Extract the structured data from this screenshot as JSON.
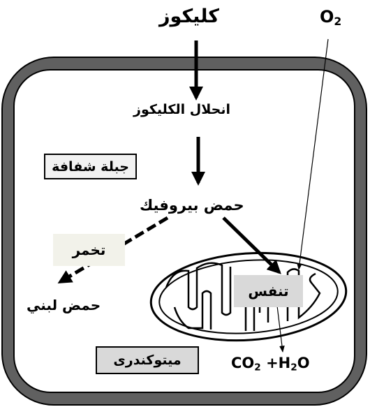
{
  "labels": {
    "glucose": "كليكوز",
    "oxygen": "O",
    "oxygen_sub": "2",
    "glycolysis": "انحلال الكليكوز",
    "cytoplasm": "جبلة شفافة",
    "pyruvic_acid": "حمض بيروفيك",
    "fermentation": "تخمر",
    "lactic_acid": "حمض لبني",
    "respiration": "تنفس",
    "mitochondria": "ميتوكندرى",
    "product_co": "CO",
    "product_co_sub": "2",
    "product_h": " +H",
    "product_h_sub": "2",
    "product_o": "O"
  },
  "colors": {
    "cell_wall": "#606060",
    "cell_wall_outline": "#000000",
    "cytoplasm": "#ffffff",
    "cytoplasm_box": "#f2f2f2",
    "fermentation_box": "#f2f2ea",
    "respiration_box": "#d9d9d9",
    "mitochondria_box": "#d9d9d9"
  }
}
